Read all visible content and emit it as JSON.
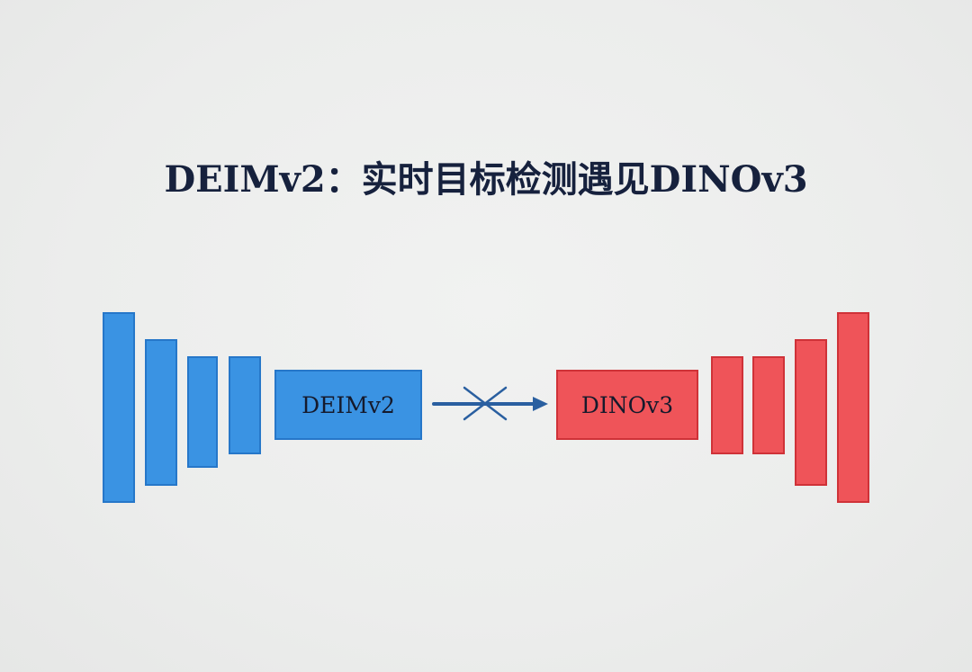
{
  "title": "DEIMv2：实时目标检测遇见DINOv3",
  "left_model": {
    "label": "DEIMv2",
    "color": "#3a93e3"
  },
  "right_model": {
    "label": "DINOv3",
    "color": "#ef5459"
  },
  "connector": {
    "icon": "arrow-with-cross-icon",
    "color": "#2a5fa0"
  }
}
